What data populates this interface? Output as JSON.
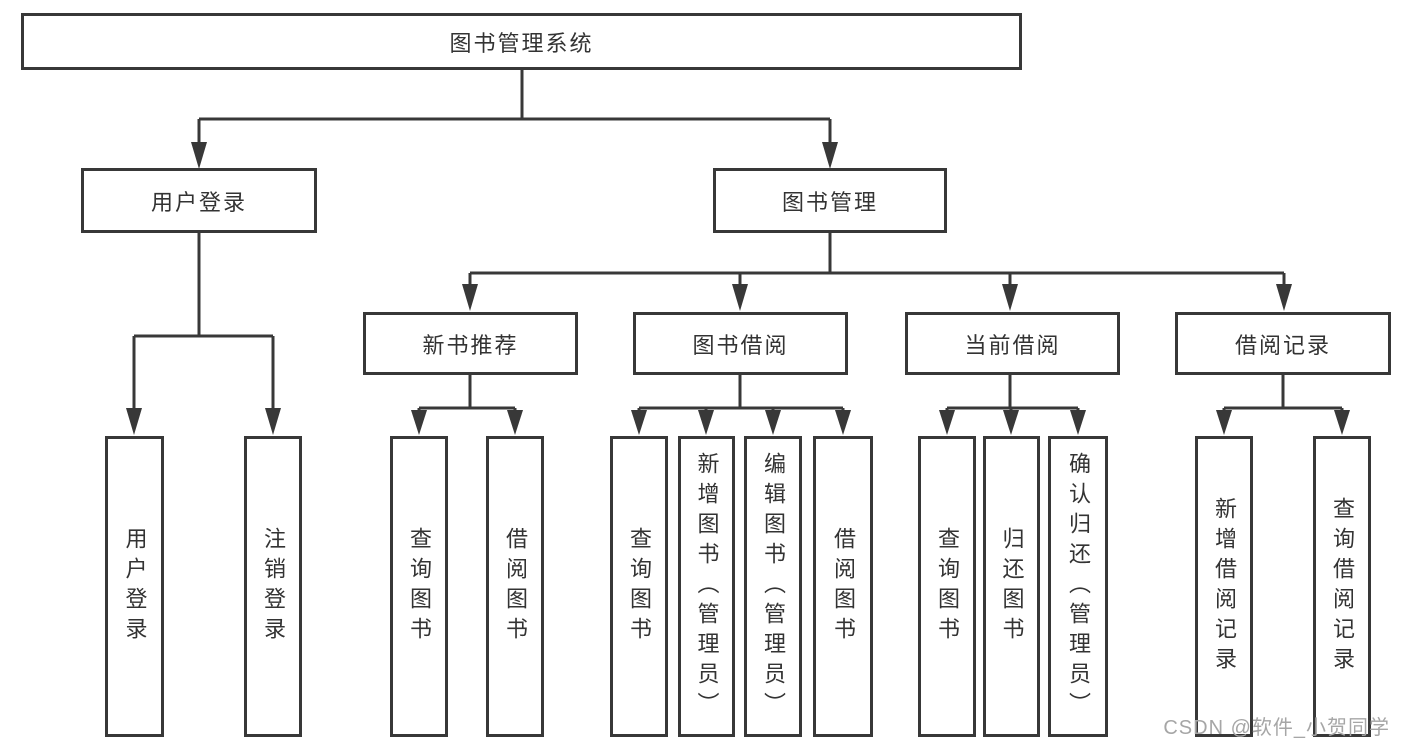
{
  "colors": {
    "line": "#383838",
    "text": "#333333",
    "background": "#ffffff",
    "watermark": "#a6a6a6"
  },
  "watermark": {
    "text": "CSDN @软件_小贺同学"
  },
  "diagram": {
    "root": {
      "label": "图书管理系统"
    },
    "level2": [
      {
        "label": "用户登录"
      },
      {
        "label": "图书管理"
      }
    ],
    "level3": [
      {
        "label": "新书推荐"
      },
      {
        "label": "图书借阅"
      },
      {
        "label": "当前借阅"
      },
      {
        "label": "借阅记录"
      }
    ],
    "leaves": {
      "user_login": [
        "用户登录",
        "注销登录"
      ],
      "new_book_recommend": [
        "查询图书",
        "借阅图书"
      ],
      "book_borrow": [
        "查询图书",
        "新增图书（管理员）",
        "编辑图书（管理员）",
        "借阅图书"
      ],
      "current_borrow": [
        "查询图书",
        "归还图书",
        "确认归还（管理员）"
      ],
      "borrow_records": [
        "新增借阅记录",
        "查询借阅记录"
      ]
    }
  }
}
